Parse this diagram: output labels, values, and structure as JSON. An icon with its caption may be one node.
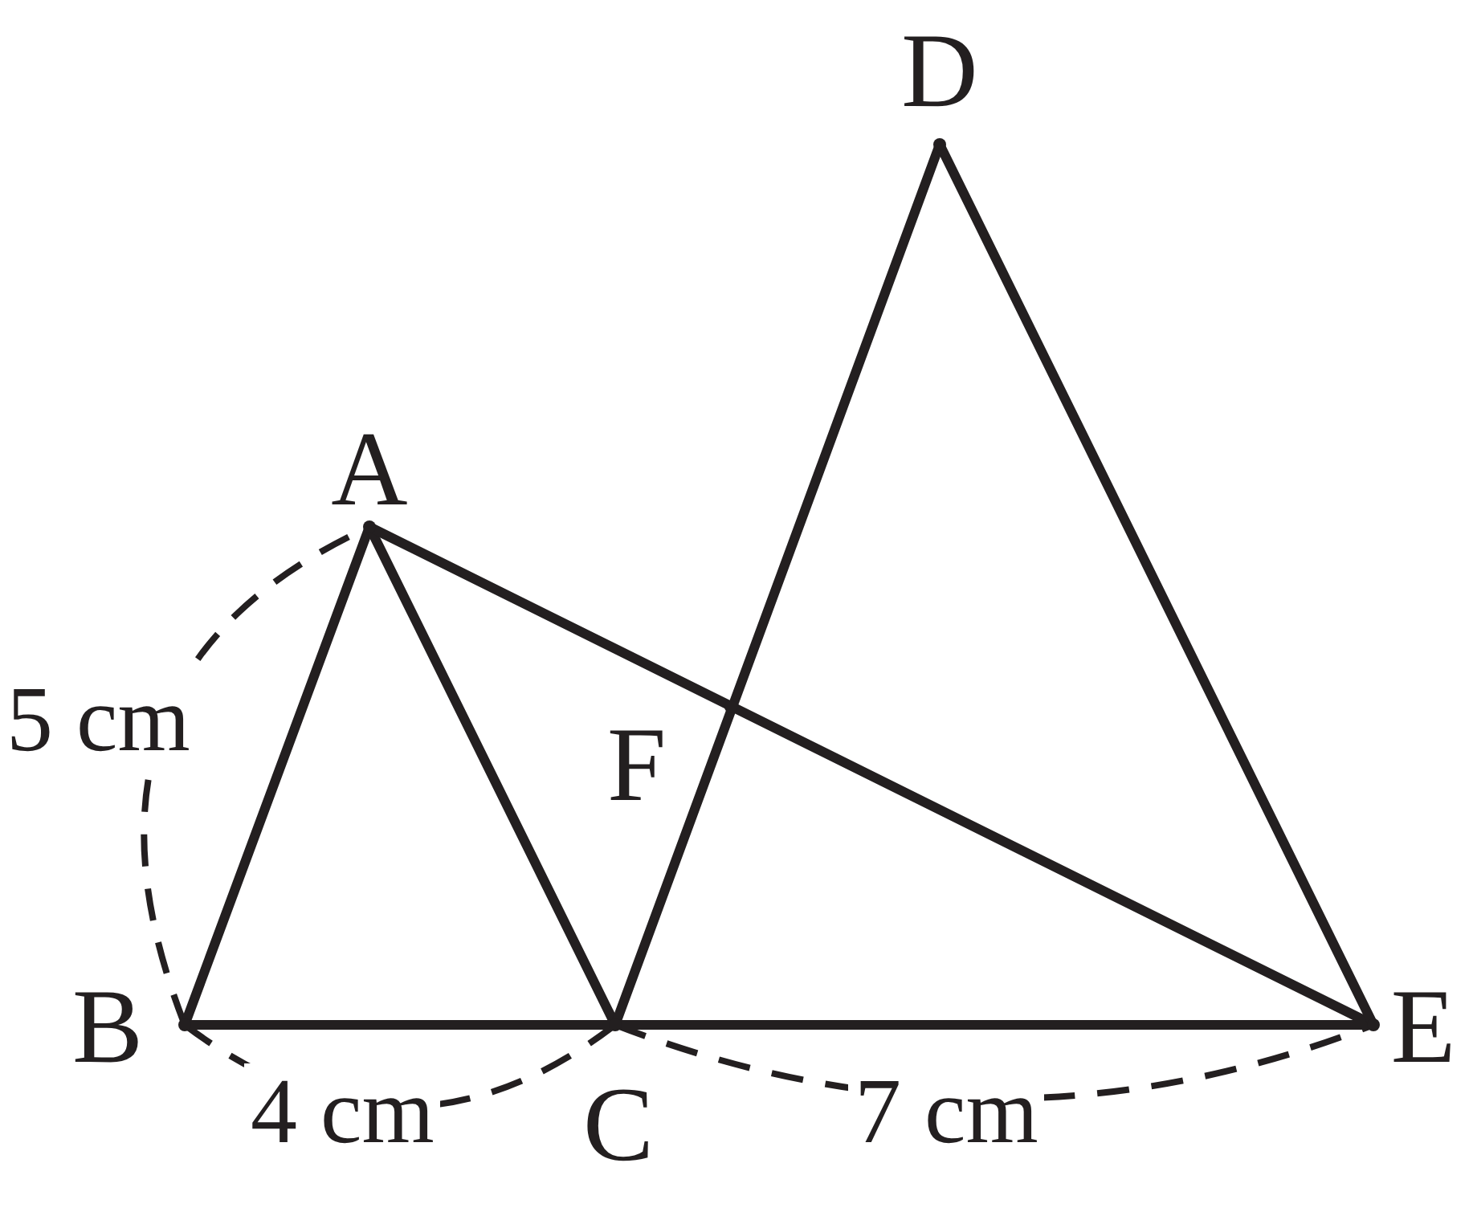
{
  "diagram": {
    "nodes": [
      {
        "text": [
          "D"
        ]
      },
      {
        "text": [
          "A"
        ]
      },
      {
        "text": [
          "F"
        ]
      },
      {
        "text": [
          "B"
        ]
      },
      {
        "text": [
          "C"
        ]
      },
      {
        "text": [
          "E"
        ]
      }
    ],
    "edges": [
      {
        "from": 1,
        "to": 3,
        "arrow": "none"
      },
      {
        "from": 1,
        "to": 4,
        "arrow": "none"
      },
      {
        "from": 1,
        "to": 5,
        "arrow": "none"
      },
      {
        "from": 3,
        "to": 4,
        "arrow": "none"
      },
      {
        "from": 4,
        "to": 5,
        "arrow": "none"
      },
      {
        "from": 4,
        "to": 0,
        "arrow": "none"
      },
      {
        "from": 0,
        "to": 5,
        "arrow": "none"
      }
    ],
    "labels": [
      "5 cm",
      "4 cm",
      "7 cm"
    ]
  }
}
